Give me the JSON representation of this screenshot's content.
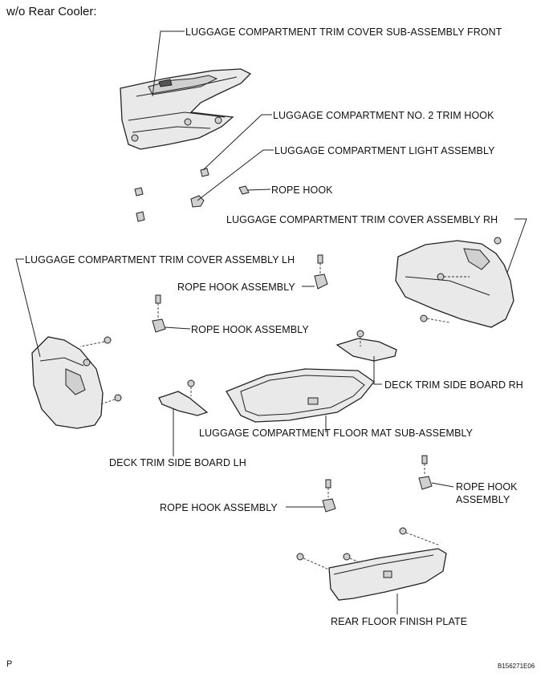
{
  "header": {
    "note": "w/o Rear Cooler:"
  },
  "labels": {
    "trim_front": "LUGGAGE COMPARTMENT TRIM COVER SUB-ASSEMBLY FRONT",
    "no2_trim_hook": "LUGGAGE COMPARTMENT NO. 2 TRIM HOOK",
    "light_assembly": "LUGGAGE COMPARTMENT LIGHT ASSEMBLY",
    "rope_hook_top": "ROPE HOOK",
    "trim_rh": "LUGGAGE COMPARTMENT TRIM COVER ASSEMBLY RH",
    "trim_lh": "LUGGAGE COMPARTMENT TRIM COVER ASSEMBLY LH",
    "rope_hook_asm_1": "ROPE HOOK ASSEMBLY",
    "rope_hook_asm_2": "ROPE HOOK ASSEMBLY",
    "deck_board_rh": "DECK TRIM SIDE BOARD RH",
    "floor_mat": "LUGGAGE COMPARTMENT FLOOR MAT SUB-ASSEMBLY",
    "deck_board_lh": "DECK TRIM SIDE BOARD LH",
    "rope_hook_asm_right_l1": "ROPE HOOK",
    "rope_hook_asm_right_l2": "ASSEMBLY",
    "rope_hook_asm_3": "ROPE HOOK ASSEMBLY",
    "rear_plate": "REAR FLOOR FINISH PLATE"
  },
  "footer": {
    "left": "P",
    "right": "B156271E06"
  }
}
